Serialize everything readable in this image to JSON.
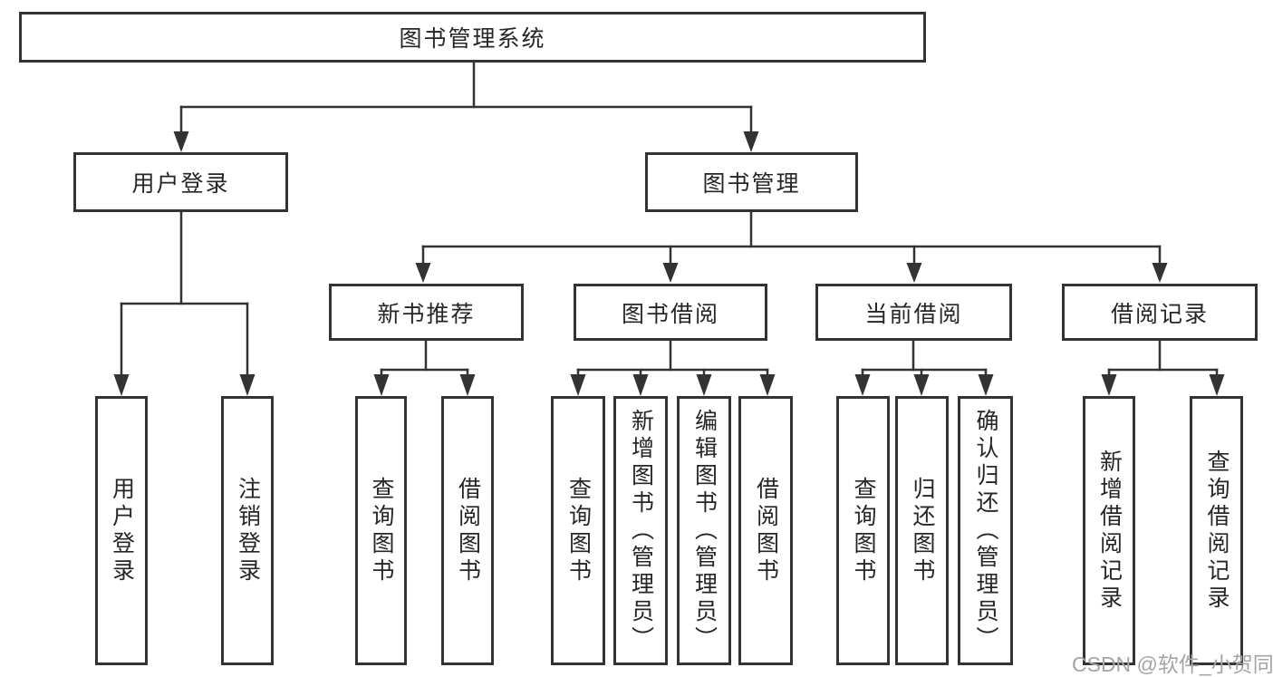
{
  "title": "图书管理系统",
  "watermark": {
    "text": "CSDN @软件_小贺同学"
  },
  "colors": {
    "line": "#333333",
    "box_border": "#333333",
    "box_fill": "#ffffff",
    "text": "#262626",
    "watermark": "#a5a5a5",
    "background": "#ffffff"
  },
  "tree": {
    "root": {
      "label": "图书管理系统"
    },
    "branches": [
      {
        "label": "用户登录",
        "leaves": [
          {
            "label": "用户登录"
          },
          {
            "label": "注销登录"
          }
        ]
      },
      {
        "label": "图书管理",
        "children": [
          {
            "label": "新书推荐",
            "leaves": [
              {
                "label": "查询图书"
              },
              {
                "label": "借阅图书"
              }
            ]
          },
          {
            "label": "图书借阅",
            "leaves": [
              {
                "label": "查询图书"
              },
              {
                "label": "新增图书（管理员）"
              },
              {
                "label": "编辑图书（管理员）"
              },
              {
                "label": "借阅图书"
              }
            ]
          },
          {
            "label": "当前借阅",
            "leaves": [
              {
                "label": "查询图书"
              },
              {
                "label": "归还图书"
              },
              {
                "label": "确认归还（管理员）"
              }
            ]
          },
          {
            "label": "借阅记录",
            "leaves": [
              {
                "label": "新增借阅记录"
              },
              {
                "label": "查询借阅记录"
              }
            ]
          }
        ]
      }
    ]
  }
}
